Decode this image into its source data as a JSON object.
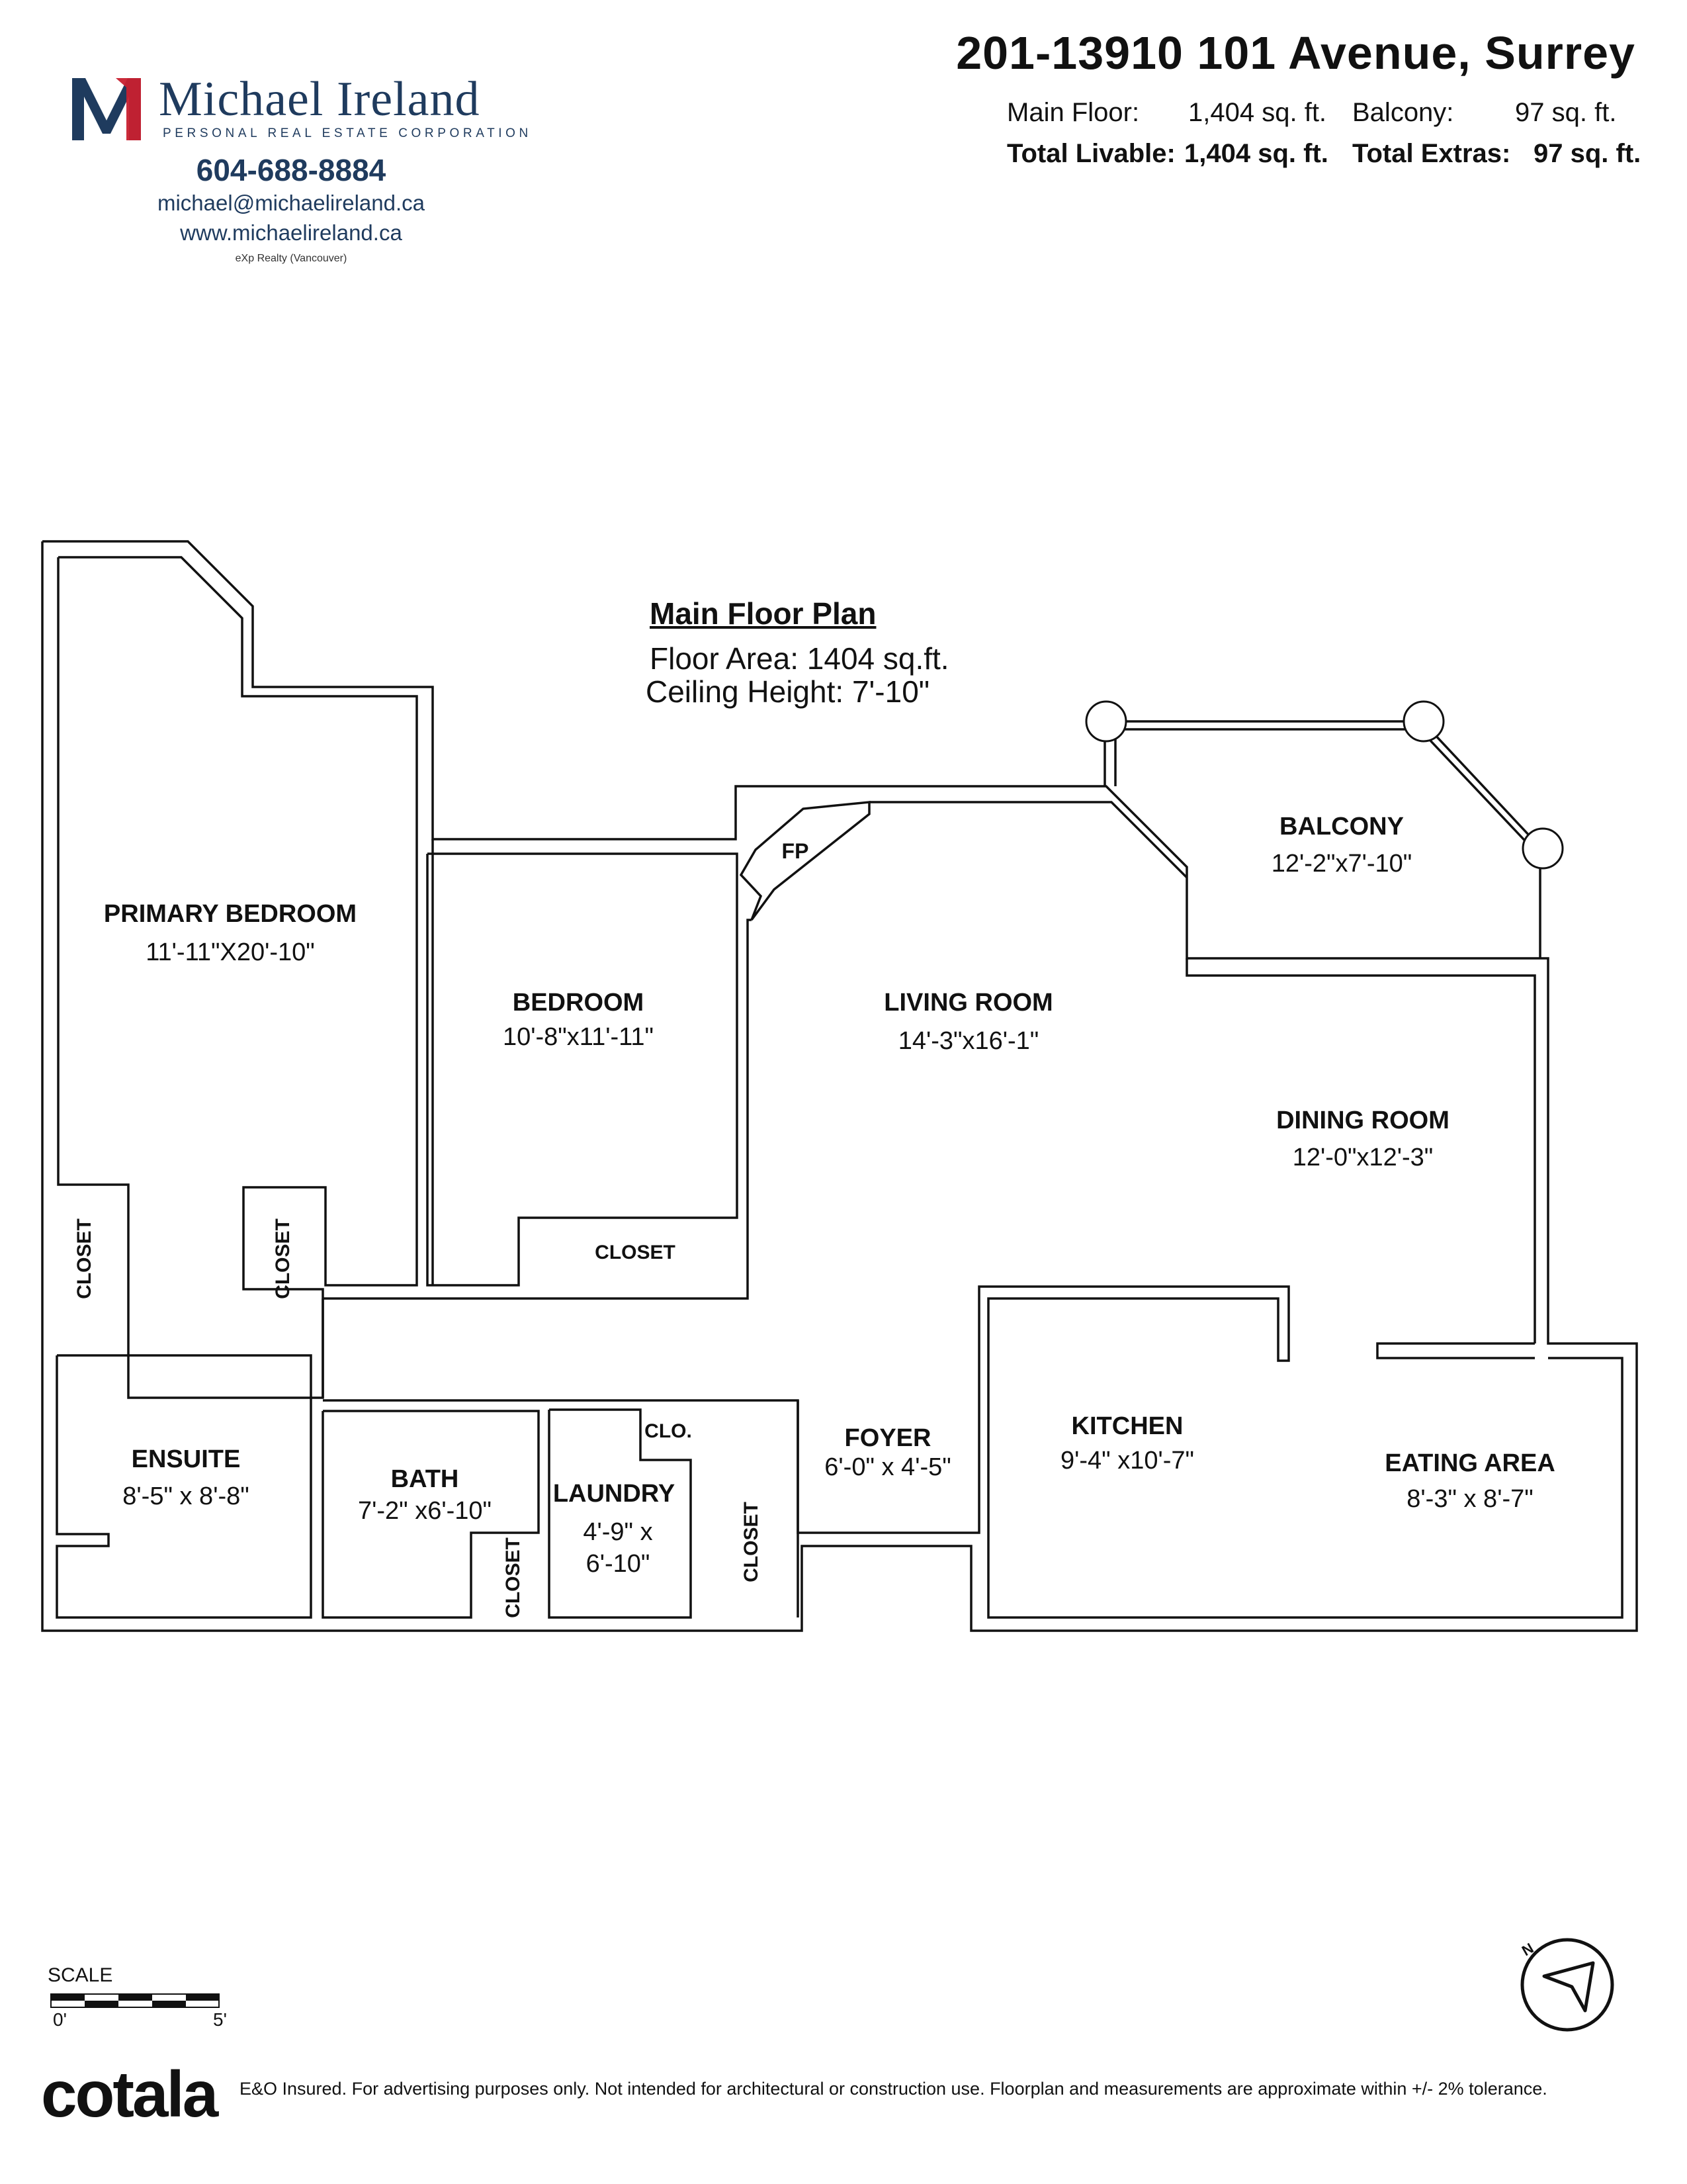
{
  "brand": {
    "logo_letter": "M",
    "name": "Michael Ireland",
    "subtitle": "PERSONAL REAL ESTATE CORPORATION",
    "phone": "604-688-8884",
    "email": "michael@michaelireland.ca",
    "website": "www.michaelireland.ca",
    "brokerage": "eXp Realty (Vancouver)",
    "colors": {
      "navy": "#1f3b5e",
      "red": "#c8202f"
    }
  },
  "listing": {
    "address": "201-13910 101 Avenue, Surrey",
    "main_floor_label": "Main Floor:",
    "main_floor_value": "1,404",
    "balcony_label": "Balcony:",
    "balcony_value": "97",
    "unit": "sq. ft.",
    "total_livable_label": "Total Livable:",
    "total_livable_value": "1,404 sq. ft.",
    "total_extras_label": "Total Extras:",
    "total_extras_value": "97 sq. ft."
  },
  "plan": {
    "title": "Main Floor Plan",
    "floor_area": "Floor Area: 1404 sq.ft.",
    "ceiling_height": "Ceiling Height: 7'-10\"",
    "rooms": {
      "primary_bedroom": {
        "name": "PRIMARY BEDROOM",
        "dims": "11'-11\"X20'-10\""
      },
      "bedroom": {
        "name": "BEDROOM",
        "dims": "10'-8\"x11'-11\""
      },
      "living_room": {
        "name": "LIVING ROOM",
        "dims": "14'-3\"x16'-1\""
      },
      "balcony": {
        "name": "BALCONY",
        "dims": "12'-2\"x7'-10\""
      },
      "dining_room": {
        "name": "DINING ROOM",
        "dims": "12'-0\"x12'-3\""
      },
      "ensuite": {
        "name": "ENSUITE",
        "dims": "8'-5\" x 8'-8\""
      },
      "bath": {
        "name": "BATH",
        "dims": "7'-2\" x6'-10\""
      },
      "laundry": {
        "name": "LAUNDRY",
        "dims_line1": "4'-9\" x",
        "dims_line2": "6'-10\""
      },
      "foyer": {
        "name": "FOYER",
        "dims": "6'-0\" x 4'-5\""
      },
      "kitchen": {
        "name": "KITCHEN",
        "dims": "9'-4\" x10'-7\""
      },
      "eating_area": {
        "name": "EATING AREA",
        "dims": "8'-3\" x 8'-7\""
      }
    },
    "fireplace": "FP",
    "closet": "CLOSET",
    "clo": "CLO."
  },
  "scale": {
    "label": "SCALE",
    "start": "0'",
    "end": "5'"
  },
  "compass": {
    "north": "N"
  },
  "footer": {
    "brand": "cotala",
    "disclaimer": "E&O Insured. For advertising purposes only. Not intended for architectural or construction use. Floorplan and measurements are approximate within +/- 2% tolerance."
  }
}
